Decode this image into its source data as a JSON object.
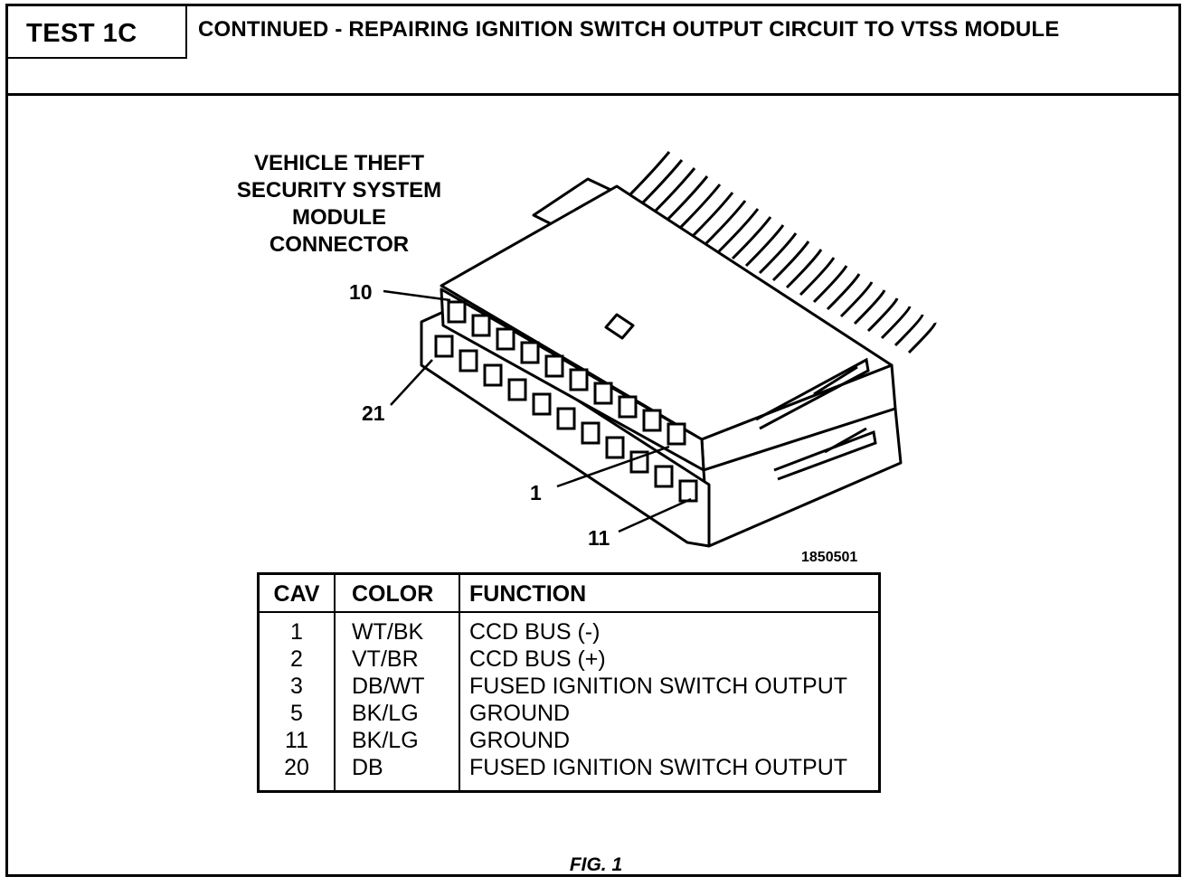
{
  "header": {
    "test_id": "TEST 1C",
    "title": "CONTINUED -  REPAIRING IGNITION SWITCH OUTPUT CIRCUIT TO VTSS MODULE"
  },
  "diagram": {
    "connector_label": [
      "VEHICLE THEFT",
      "SECURITY SYSTEM",
      "MODULE",
      "CONNECTOR"
    ],
    "pin_labels": [
      "10",
      "21",
      "1",
      "11"
    ],
    "figure_id": "1850501",
    "caption": "FIG. 1"
  },
  "table": {
    "headers": [
      "CAV",
      "COLOR",
      "FUNCTION"
    ],
    "rows": [
      {
        "cav": "1",
        "color": "WT/BK",
        "function": "CCD BUS (-)"
      },
      {
        "cav": "2",
        "color": "VT/BR",
        "function": "CCD BUS (+)"
      },
      {
        "cav": "3",
        "color": "DB/WT",
        "function": "FUSED IGNITION SWITCH OUTPUT"
      },
      {
        "cav": "5",
        "color": "BK/LG",
        "function": "GROUND"
      },
      {
        "cav": "11",
        "color": "BK/LG",
        "function": "GROUND"
      },
      {
        "cav": "20",
        "color": "DB",
        "function": "FUSED IGNITION SWITCH OUTPUT"
      }
    ]
  }
}
